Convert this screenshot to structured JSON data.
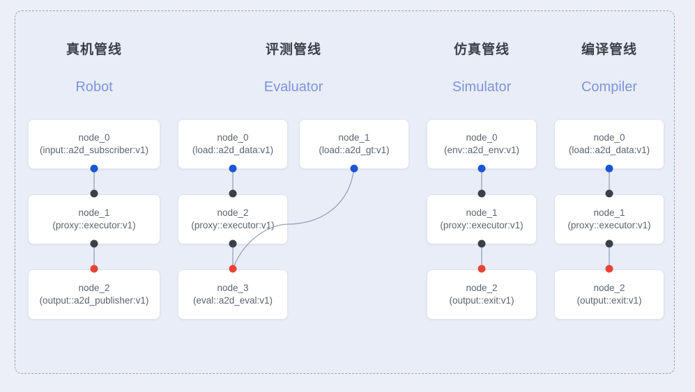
{
  "diagram": {
    "background_color": "#eceff8",
    "frame_color": "#9aa2b5",
    "accent_color": "#7d94d8",
    "port_colors": {
      "output": "#1a56d6",
      "input": "#3b3f47",
      "terminal": "#ea4335"
    },
    "columns": [
      {
        "title_cn": "真机管线",
        "title_en": "Robot",
        "nodes": [
          {
            "id": "node_0",
            "type": "(input::a2d_subscriber:v1)"
          },
          {
            "id": "node_1",
            "type": "(proxy::executor:v1)"
          },
          {
            "id": "node_2",
            "type": "(output::a2d_publisher:v1)"
          }
        ]
      },
      {
        "title_cn": "评测管线",
        "title_en": "Evaluator",
        "nodes": [
          {
            "id": "node_0",
            "type": "(load::a2d_data:v1)"
          },
          {
            "id": "node_1",
            "type": "(load::a2d_gt:v1)"
          },
          {
            "id": "node_2",
            "type": "(proxy::executor:v1)"
          },
          {
            "id": "node_3",
            "type": "(eval::a2d_eval:v1)"
          }
        ]
      },
      {
        "title_cn": "仿真管线",
        "title_en": "Simulator",
        "nodes": [
          {
            "id": "node_0",
            "type": "(env::a2d_env:v1)"
          },
          {
            "id": "node_1",
            "type": "(proxy::executor:v1)"
          },
          {
            "id": "node_2",
            "type": "(output::exit:v1)"
          }
        ]
      },
      {
        "title_cn": "编译管线",
        "title_en": "Compiler",
        "nodes": [
          {
            "id": "node_0",
            "type": "(load::a2d_data:v1)"
          },
          {
            "id": "node_1",
            "type": "(proxy::executor:v1)"
          },
          {
            "id": "node_2",
            "type": "(output::exit:v1)"
          }
        ]
      }
    ]
  }
}
